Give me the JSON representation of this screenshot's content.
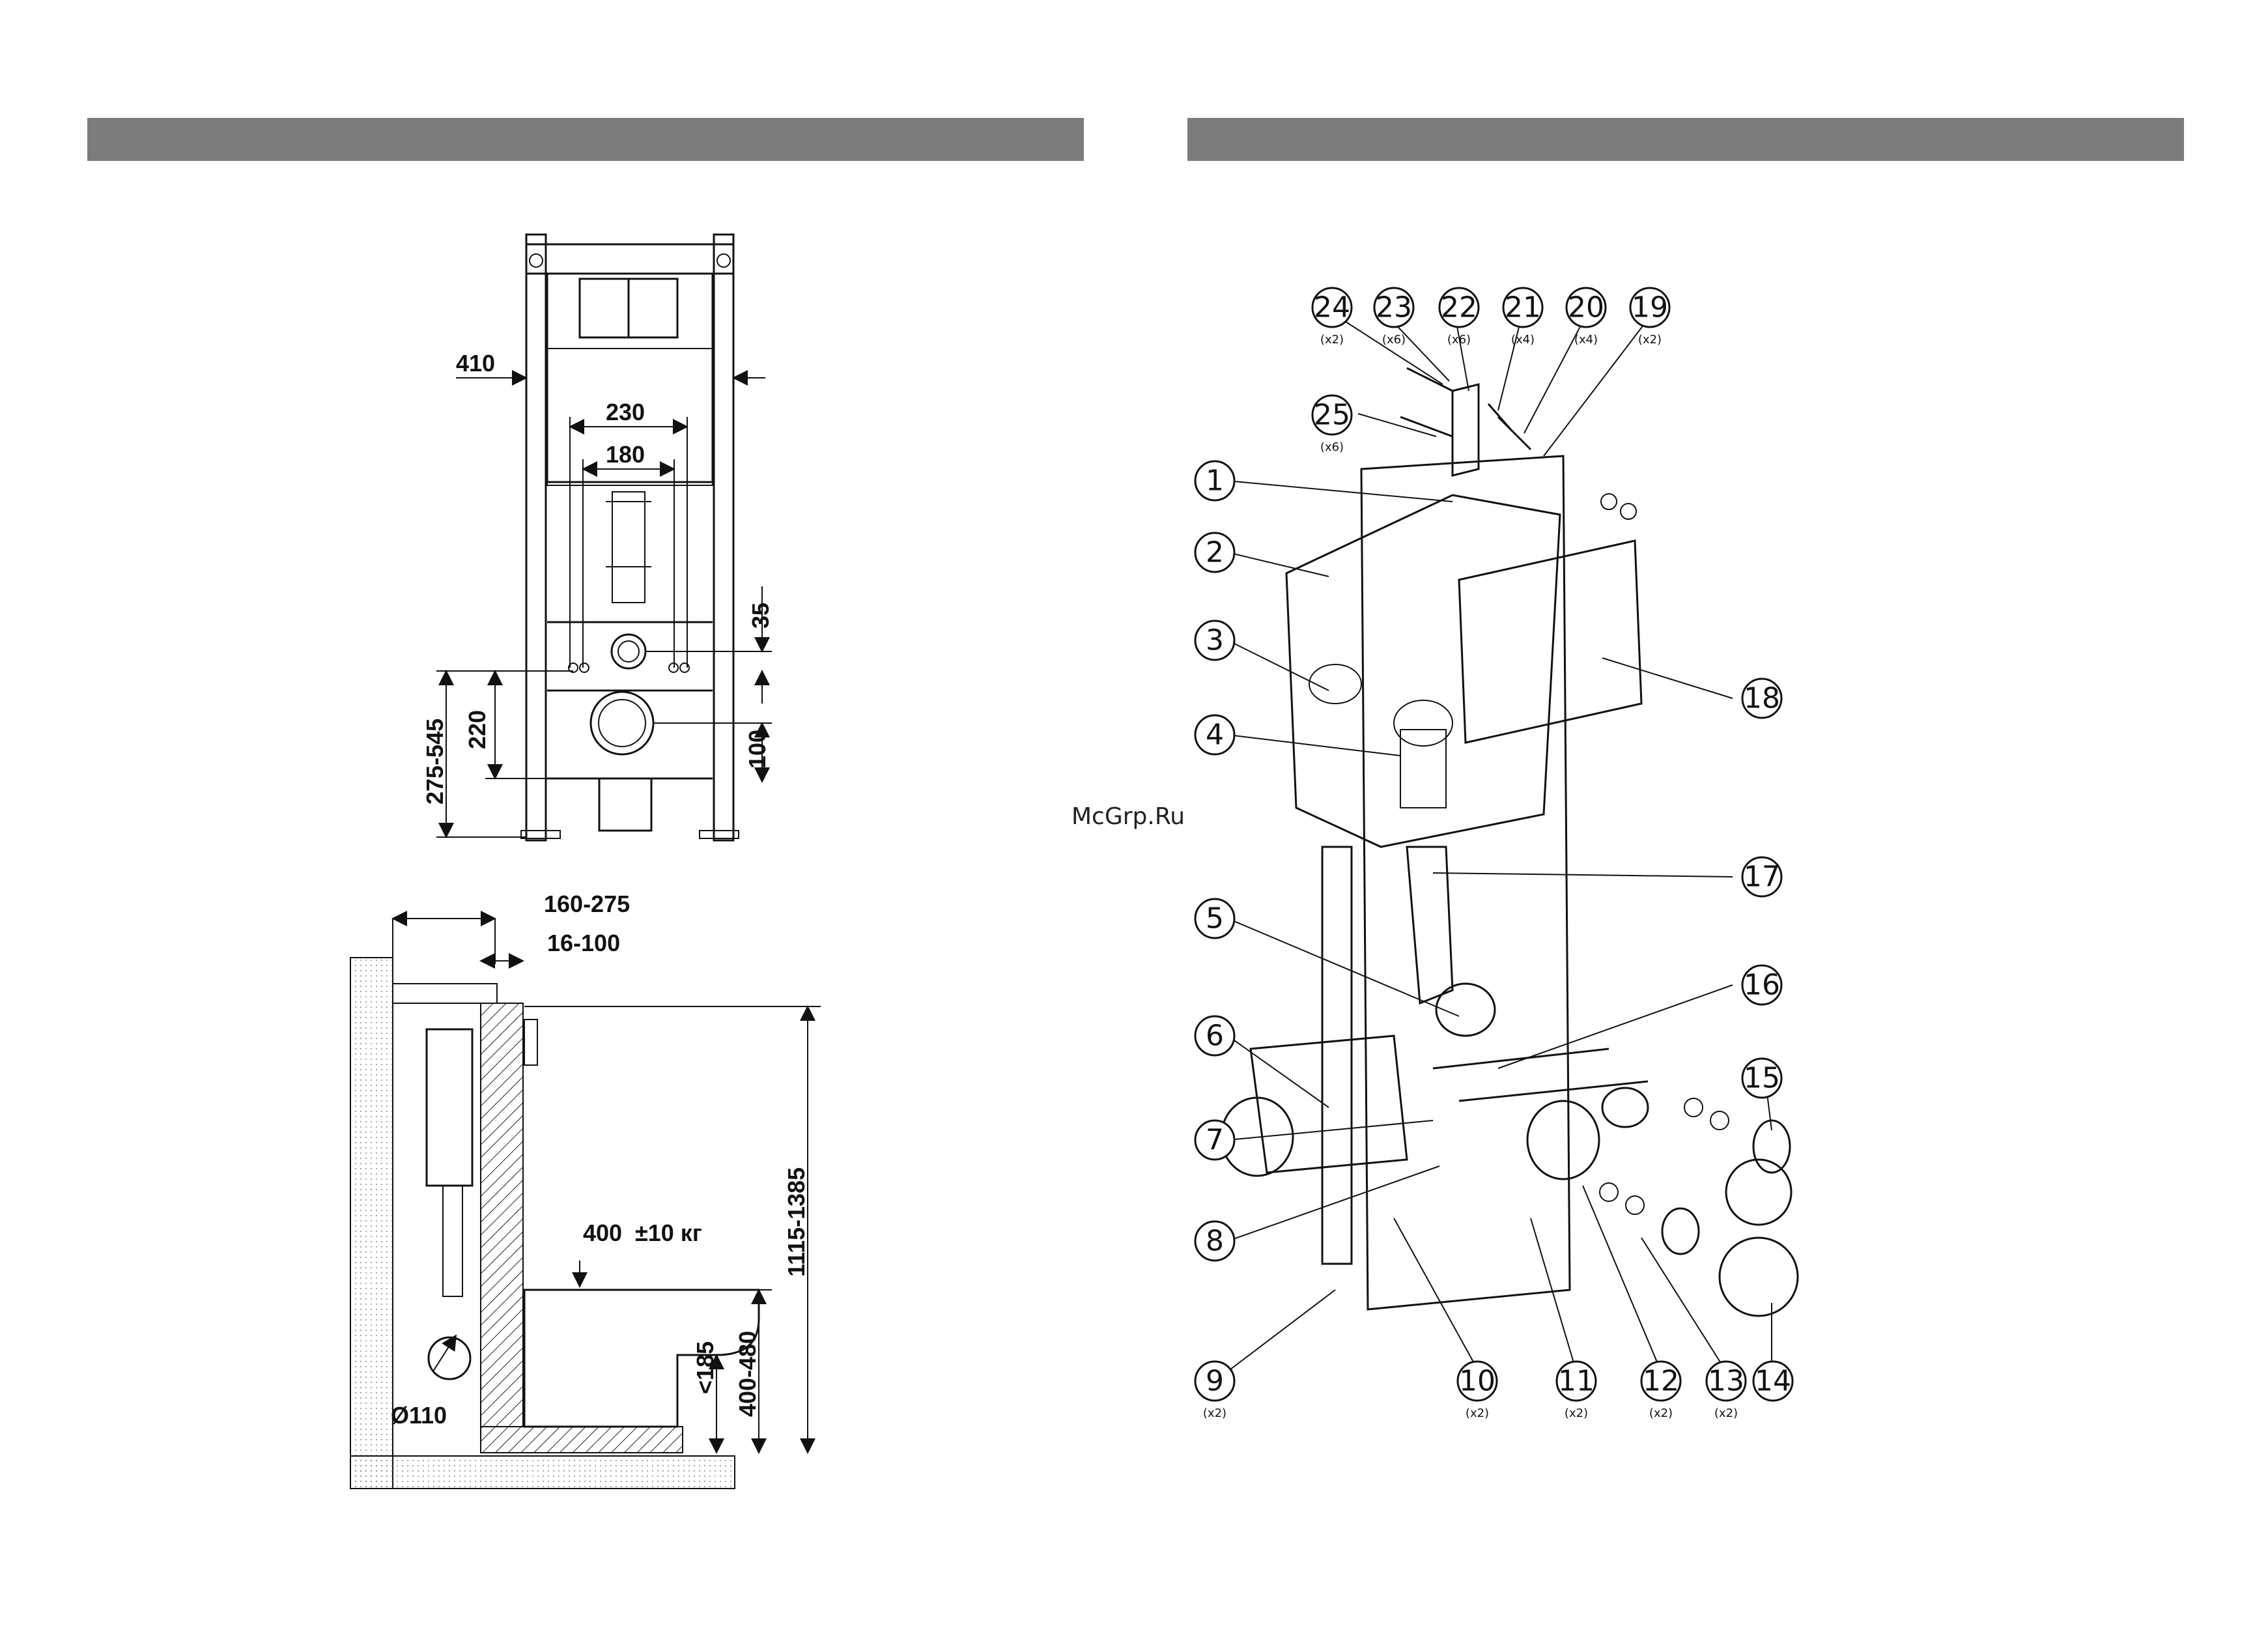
{
  "front_view": {
    "labels": {
      "width_total": "410",
      "width_mid": "230",
      "width_inner": "180",
      "gap_35": "35",
      "height_220": "220",
      "height_range": "275-545",
      "height_100": "100"
    }
  },
  "side_view": {
    "labels": {
      "depth_range": "160-275",
      "offset_range": "16-100",
      "load": "400",
      "load_tolerance": "±10 кг",
      "total_height": "1115-1385",
      "seat_height": "400-480",
      "under_height": "<185",
      "pipe_diameter": "Ø110"
    }
  },
  "watermark": "McGrp.Ru",
  "exploded_view": {
    "callouts": [
      {
        "num": "24",
        "qty": "(x2)"
      },
      {
        "num": "23",
        "qty": "(x6)"
      },
      {
        "num": "22",
        "qty": "(x6)"
      },
      {
        "num": "21",
        "qty": "(x4)"
      },
      {
        "num": "20",
        "qty": "(x4)"
      },
      {
        "num": "19",
        "qty": "(x2)"
      },
      {
        "num": "25",
        "qty": "(x6)"
      },
      {
        "num": "1",
        "qty": ""
      },
      {
        "num": "2",
        "qty": ""
      },
      {
        "num": "3",
        "qty": ""
      },
      {
        "num": "4",
        "qty": ""
      },
      {
        "num": "18",
        "qty": ""
      },
      {
        "num": "17",
        "qty": ""
      },
      {
        "num": "5",
        "qty": ""
      },
      {
        "num": "16",
        "qty": ""
      },
      {
        "num": "6",
        "qty": ""
      },
      {
        "num": "15",
        "qty": ""
      },
      {
        "num": "7",
        "qty": ""
      },
      {
        "num": "8",
        "qty": ""
      },
      {
        "num": "9",
        "qty": "(x2)"
      },
      {
        "num": "10",
        "qty": "(x2)"
      },
      {
        "num": "11",
        "qty": "(x2)"
      },
      {
        "num": "12",
        "qty": "(x2)"
      },
      {
        "num": "13",
        "qty": "(x2)"
      },
      {
        "num": "14",
        "qty": ""
      }
    ]
  }
}
